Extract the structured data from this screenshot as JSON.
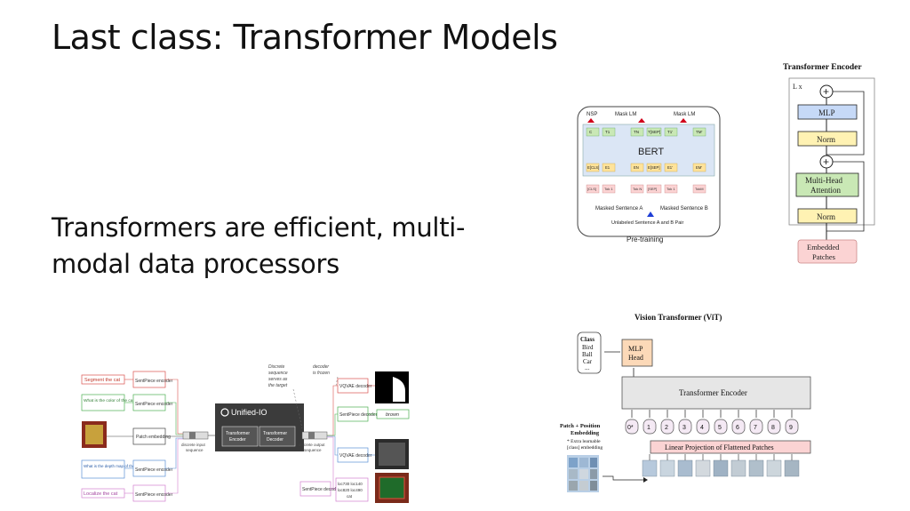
{
  "slide": {
    "title": "Last class: Transformer Models",
    "subtitle": "Transformers are efficient, multi-modal data processors"
  },
  "bert": {
    "heads": [
      "NSP",
      "Mask LM",
      "Mask LM"
    ],
    "title": "BERT",
    "sentence_a": "Masked Sentence A",
    "sentence_b": "Masked Sentence B",
    "pair_label": "Unlabeled Sentence A and B Pair",
    "caption": "Pre-training",
    "tokens": [
      "C",
      "T1",
      "TN",
      "T[SEP]",
      "T1'",
      "TM'"
    ],
    "embeds": [
      "E[CLS]",
      "E1",
      "EN",
      "E[SEP]",
      "E1'",
      "EM'"
    ],
    "inputs": [
      "[CLS]",
      "Tok 1",
      "Tok N",
      "[SEP]",
      "Tok 1",
      "TokM"
    ]
  },
  "encoder": {
    "title": "Transformer Encoder",
    "repeat": "L x",
    "mlp": "MLP",
    "norm": "Norm",
    "attention": [
      "Multi-Head",
      "Attention"
    ],
    "embedded": [
      "Embedded",
      "Patches"
    ],
    "plus": "+"
  },
  "vit": {
    "title": "Vision Transformer (ViT)",
    "classes": [
      "Class",
      "Bird",
      "Ball",
      "Car",
      "..."
    ],
    "mlp_head": [
      "MLP",
      "Head"
    ],
    "encoder": "Transformer Encoder",
    "projection": "Linear Projection of Flattened Patches",
    "patch_label": [
      "Patch + Position",
      "Embedding"
    ],
    "extra_note": [
      "* Extra learnable",
      "[class] embedding"
    ],
    "positions": [
      "0*",
      "1",
      "2",
      "3",
      "4",
      "5",
      "6",
      "7",
      "8",
      "9"
    ]
  },
  "unified": {
    "name": "Unified-IO",
    "prompts": [
      "Segment the cat",
      "What is the color of the cat?",
      "What is the depth map of the image?",
      "Localize the cat"
    ],
    "encoders": [
      "SentPiece encoder",
      "SentPiece encoder",
      "Patch embedding",
      "SentPiece encoder",
      "SentPiece encoder"
    ],
    "transformer_encoder": [
      "Transformer",
      "Encoder"
    ],
    "transformer_decoder": [
      "Transformer",
      "Decoder"
    ],
    "input_seq": [
      "discrete input",
      "sequence"
    ],
    "output_seq": [
      "discrete output",
      "sequence"
    ],
    "note_target": [
      "Discrete",
      "sequence",
      "serves as",
      "the target"
    ],
    "note_frozen": [
      "decoder",
      "is frozen"
    ],
    "decoders": [
      "VQVAE decoder",
      "SentPiece decoder",
      "VQVAE decoder",
      "SentPiece decoder"
    ],
    "answer": "brown",
    "loc_tokens": [
      "loc730 loc140",
      "loc820 loc490",
      "cat"
    ]
  },
  "colors": {
    "red": "#d9534f",
    "green": "#4caf50",
    "blue": "#5b8fd6",
    "pink": "#d27fcf",
    "arrow_red": "#d0021b",
    "arrow_blue": "#1f3fd6",
    "mlp_fill": "#c6d9f7",
    "norm_fill": "#fff2b3",
    "attn_fill": "#c9e8b5",
    "embed_fill": "#fbd3d3"
  }
}
